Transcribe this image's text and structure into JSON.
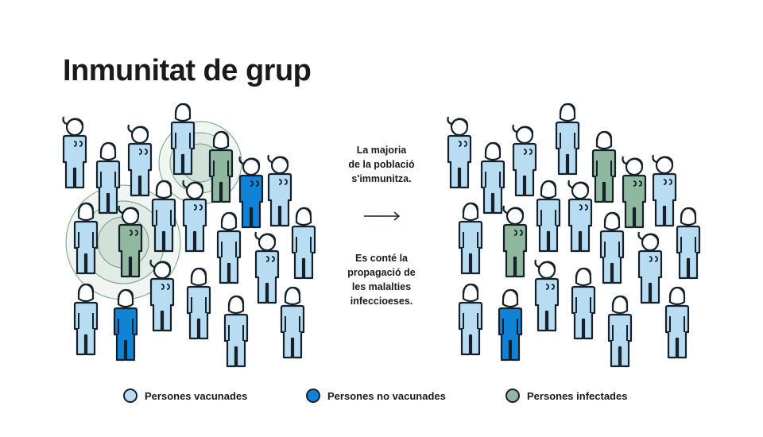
{
  "title": "Inmunitat de grup",
  "captions": {
    "top": [
      "La majoria",
      "de la població",
      "s'immunitza."
    ],
    "bottom": [
      "Es conté la",
      "propagació de",
      "les malalties",
      "infeccioeses."
    ]
  },
  "legend": [
    {
      "label": "Persones vacunades",
      "color": "#b8dcf2",
      "icon": "vaccinated-dot-icon"
    },
    {
      "label": "Persones no vacunades",
      "color": "#1183d6",
      "icon": "unvaccinated-dot-icon"
    },
    {
      "label": "Persones infectades",
      "color": "#8fb89e",
      "icon": "infected-dot-icon"
    }
  ],
  "colors": {
    "vaccinated": "#b8dcf2",
    "unvaccinated": "#1183d6",
    "infected": "#8fb89e",
    "outline": "#15202b",
    "infection_ring": "#8fb89e"
  },
  "icons": [
    "person-icon",
    "arrow-right-icon",
    "infection-spread-icon"
  ]
}
